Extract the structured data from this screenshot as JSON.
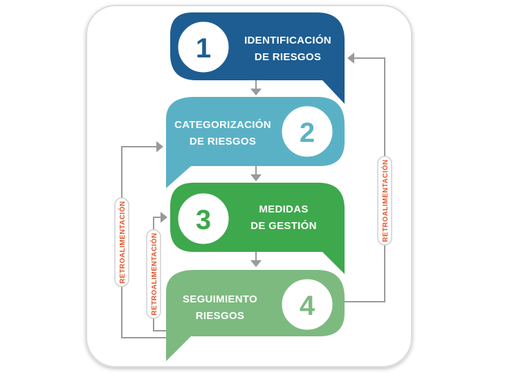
{
  "steps": [
    {
      "number": "1",
      "line1": "IDENTIFICACIÓN",
      "line2": "DE RIESGOS",
      "color": "#1d5d92"
    },
    {
      "number": "2",
      "line1": "CATEGORIZACIÓN",
      "line2": "DE RIESGOS",
      "color": "#5ab1c6"
    },
    {
      "number": "3",
      "line1": "MEDIDAS",
      "line2": "DE GESTIÓN",
      "color": "#3ea84c"
    },
    {
      "number": "4",
      "line1": "SEGUIMIENTO",
      "line2": "RIESGOS",
      "color": "#7dba80"
    }
  ],
  "feedback": {
    "left_outer": "RETROALIMENTACIÓN",
    "left_inner": "RETROALIMENTACIÓN",
    "right": "RETROALIMENTACIÓN"
  },
  "colors": {
    "frame": "#dcdcdc",
    "arrow": "#999999",
    "feedback_text": "#e2572b"
  }
}
